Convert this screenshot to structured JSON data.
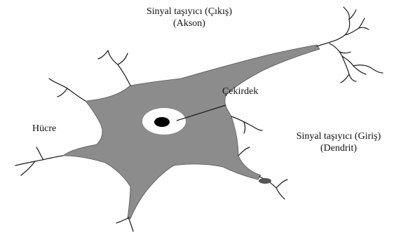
{
  "labels": {
    "axon_line1": "Sinyal taşıyıcı (Çıkış)",
    "axon_line2": "(Akson)",
    "nucleus": "Çekirdek",
    "cell": "Hücre",
    "dendrite_line1": "Sinyal taşıyıcı (Giriş)",
    "dendrite_line2": "(Dendrit)"
  },
  "colors": {
    "cell_body": "#8c8c8c",
    "nucleus": "#000000",
    "nucleus_halo": "#ffffff",
    "lines": "#1a1a1a"
  }
}
